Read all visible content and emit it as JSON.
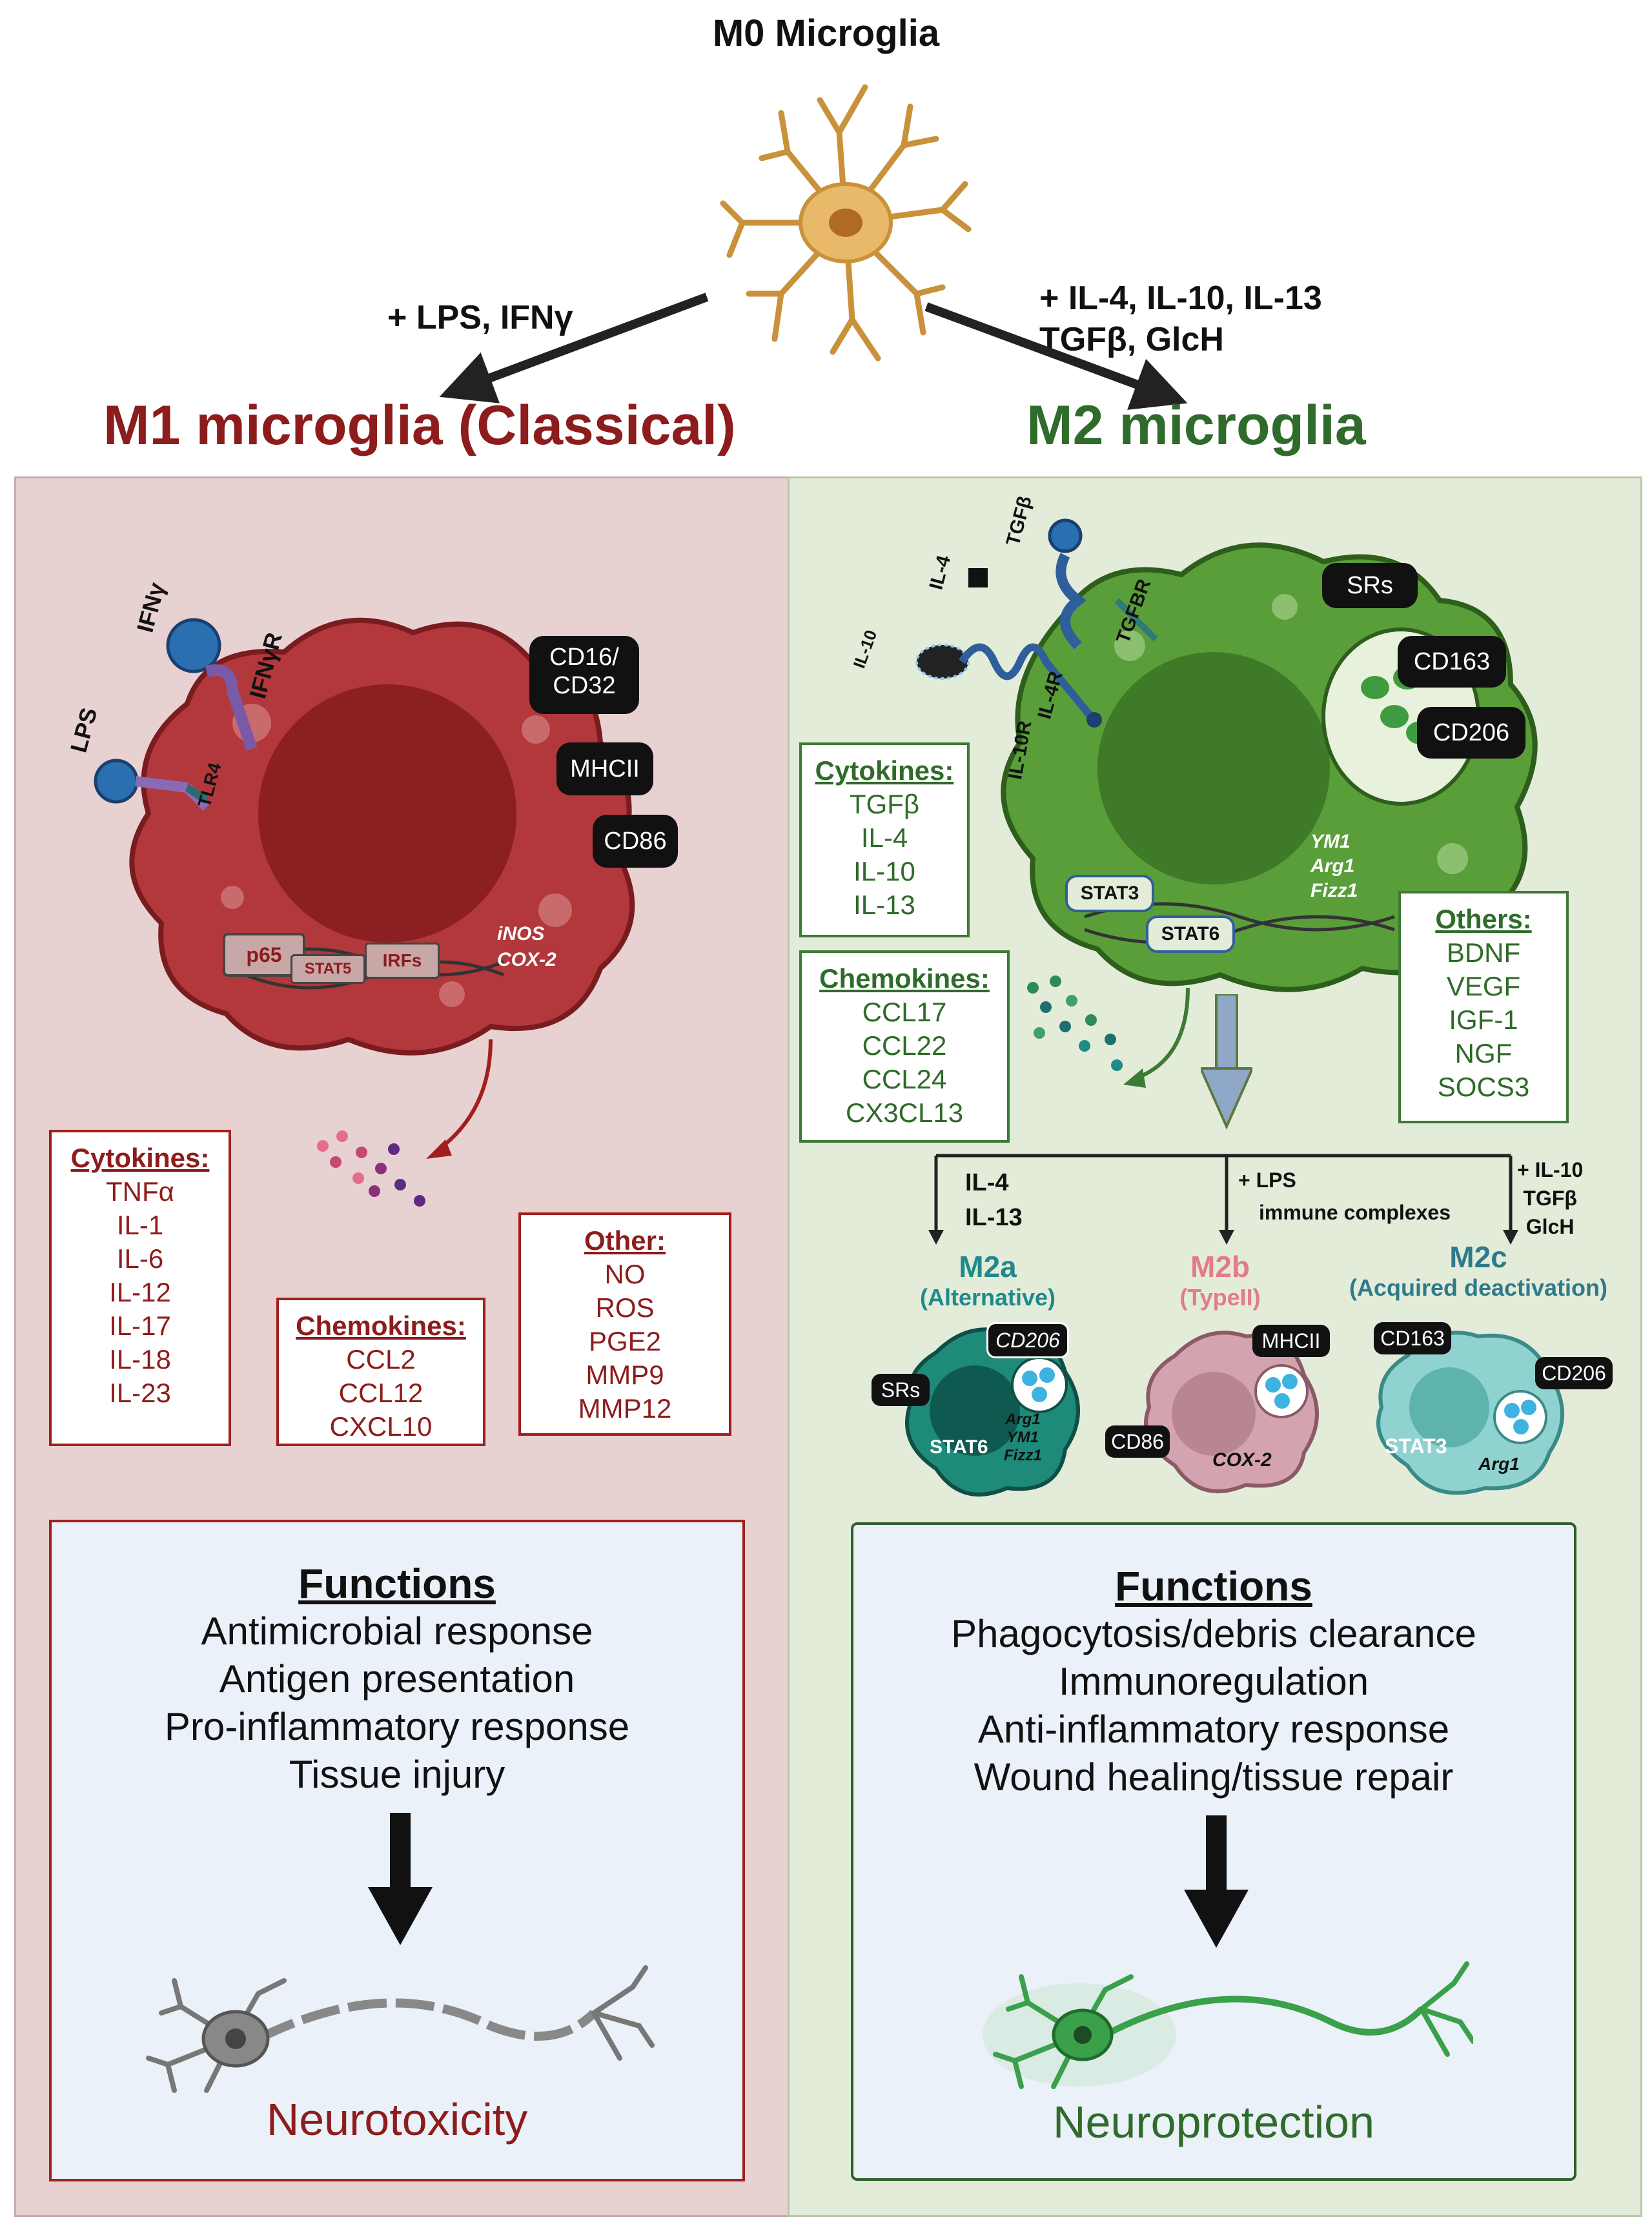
{
  "top": {
    "title": "M0 Microglia",
    "left_stimulus": "+ LPS, IFNγ",
    "right_stimulus_line1": "+ IL-4, IL-10, IL-13",
    "right_stimulus_line2": "TGFβ, GlcH"
  },
  "m1": {
    "title": "M1 microglia (Classical)",
    "receptors": {
      "ifng": "IFNγ",
      "ifngr": "IFNγR",
      "lps": "LPS",
      "tlr4": "TLR4"
    },
    "markers": [
      "CD16/\nCD32",
      "MHCII",
      "CD86"
    ],
    "marker_1a": "CD16/",
    "marker_1b": "CD32",
    "marker_2": "MHCII",
    "marker_3": "CD86",
    "tf": {
      "p65": "p65",
      "stat5": "STAT5",
      "irfs": "IRFs"
    },
    "genes": {
      "g1": "iNOS",
      "g2": "COX-2"
    },
    "cytokines": {
      "header": "Cytokines:",
      "items": [
        "TNFα",
        "IL-1",
        "IL-6",
        "IL-12",
        "IL-17",
        "IL-18",
        "IL-23"
      ]
    },
    "chemokines": {
      "header": "Chemokines:",
      "items": [
        "CCL2",
        "CCL12",
        "CXCL10"
      ]
    },
    "other": {
      "header": "Other:",
      "items": [
        "NO",
        "ROS",
        "PGE2",
        "MMP9",
        "MMP12"
      ]
    },
    "functions": {
      "header": "Functions",
      "items": [
        "Antimicrobial response",
        "Antigen presentation",
        "Pro-inflammatory response",
        "Tissue injury"
      ]
    },
    "outcome": "Neurotoxicity"
  },
  "m2": {
    "title": "M2 microglia",
    "receptors": {
      "tgfb": "TGFβ",
      "il4": "IL-4",
      "tgfbr": "TGFBR",
      "il10": "IL-10",
      "il4r": "IL-4R",
      "il10r": "IL-10R"
    },
    "marker_1": "SRs",
    "marker_2": "CD163",
    "marker_3": "CD206",
    "tf": {
      "stat3": "STAT3",
      "stat6": "STAT6"
    },
    "genes": {
      "g1": "YM1",
      "g2": "Arg1",
      "g3": "Fizz1"
    },
    "cytokines": {
      "header": "Cytokines:",
      "items": [
        "TGFβ",
        "IL-4",
        "IL-10",
        "IL-13"
      ]
    },
    "chemokines": {
      "header": "Chemokines:",
      "items": [
        "CCL17",
        "CCL22",
        "CCL24",
        "CX3CL13"
      ]
    },
    "others": {
      "header": "Others:",
      "items": [
        "BDNF",
        "VEGF",
        "IGF-1",
        "NGF",
        "SOCS3"
      ]
    },
    "branches": {
      "a_line1": "IL-4",
      "a_line2": "IL-13",
      "b_line1": "+ LPS",
      "b_line2": "immune complexes",
      "c_line1": "+ IL-10",
      "c_line2": "TGFβ",
      "c_line3": "GlcH"
    },
    "subtypes": {
      "a_name": "M2a",
      "a_sub": "(Alternative)",
      "b_name": "M2b",
      "b_sub": "(TypeII)",
      "c_name": "M2c",
      "c_sub": "(Acquired deactivation)"
    },
    "m2a_labels": {
      "cd206": "CD206",
      "srs": "SRs",
      "stat6": "STAT6",
      "arg1": "Arg1",
      "ym1": "YM1",
      "fizz1": "Fizz1"
    },
    "m2b_labels": {
      "mhcii": "MHCII",
      "cd86": "CD86",
      "cox2": "COX-2"
    },
    "m2c_labels": {
      "cd163": "CD163",
      "cd206": "CD206",
      "stat3": "STAT3",
      "arg1": "Arg1"
    },
    "functions": {
      "header": "Functions",
      "items": [
        "Phagocytosis/debris clearance",
        "Immunoregulation",
        "Anti-inflammatory response",
        "Wound healing/tissue repair"
      ]
    },
    "outcome": "Neuroprotection"
  },
  "colors": {
    "m1": "#8d1c1c",
    "m2": "#2f6b2a",
    "m2a": "#1f8a8a",
    "m2b": "#e27c86",
    "m2c": "#2f7a8a"
  }
}
